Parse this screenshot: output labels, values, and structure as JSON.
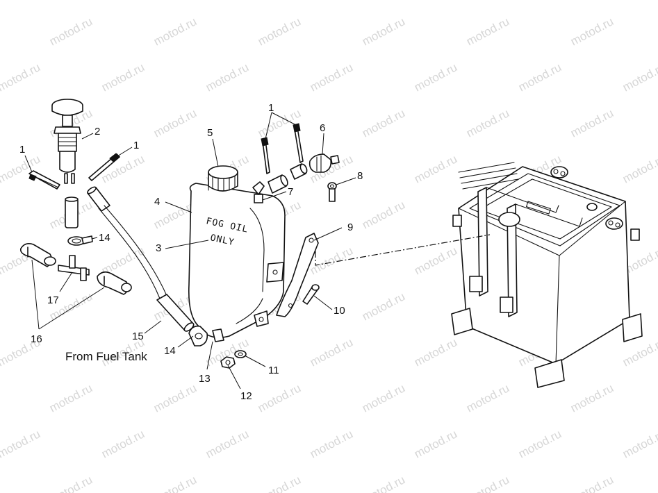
{
  "watermark": "motod.ru",
  "caption": "From Fuel Tank",
  "tank_label": {
    "line1": "FOG OIL",
    "line2": "ONLY"
  },
  "callouts": [
    {
      "id": "c1a",
      "number": "1"
    },
    {
      "id": "c1b",
      "number": "1"
    },
    {
      "id": "c1c",
      "number": "1"
    },
    {
      "id": "c2",
      "number": "2"
    },
    {
      "id": "c3",
      "number": "3"
    },
    {
      "id": "c4",
      "number": "4"
    },
    {
      "id": "c5",
      "number": "5"
    },
    {
      "id": "c6",
      "number": "6"
    },
    {
      "id": "c7",
      "number": "7"
    },
    {
      "id": "c8",
      "number": "8"
    },
    {
      "id": "c9",
      "number": "9"
    },
    {
      "id": "c10",
      "number": "10"
    },
    {
      "id": "c11",
      "number": "11"
    },
    {
      "id": "c12",
      "number": "12"
    },
    {
      "id": "c13",
      "number": "13"
    },
    {
      "id": "c14a",
      "number": "14"
    },
    {
      "id": "c14b",
      "number": "14"
    },
    {
      "id": "c15",
      "number": "15"
    },
    {
      "id": "c16",
      "number": "16"
    },
    {
      "id": "c17",
      "number": "17"
    }
  ]
}
